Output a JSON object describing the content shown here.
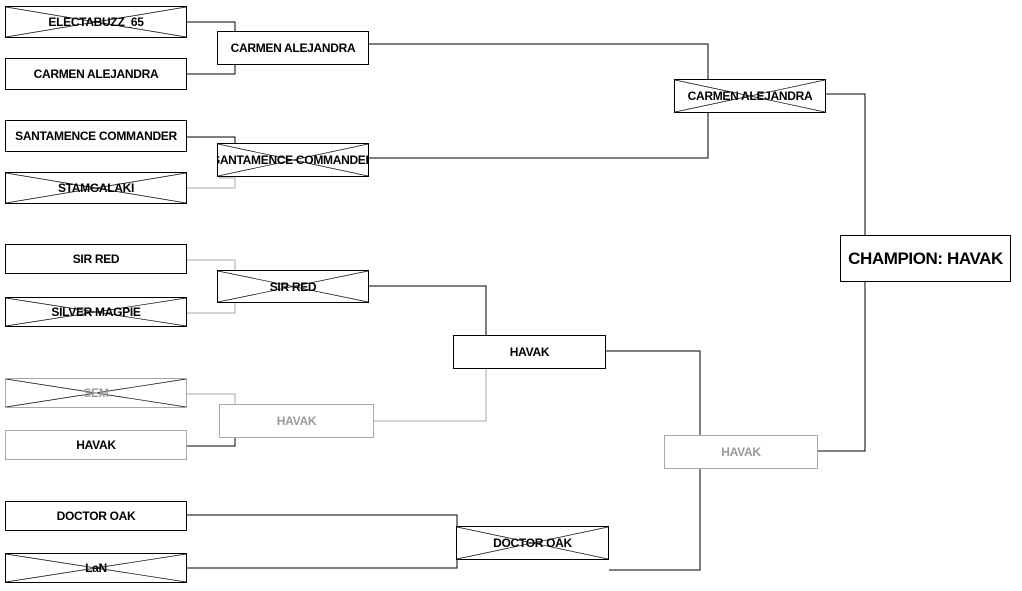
{
  "bracket": {
    "round1": [
      {
        "name": "ELECTABUZZ_65",
        "eliminated": true
      },
      {
        "name": "CARMEN ALEJANDRA",
        "eliminated": false
      },
      {
        "name": "SANTAMENCE COMMANDER",
        "eliminated": false
      },
      {
        "name": "STAMGALAKI",
        "eliminated": true
      },
      {
        "name": "SIR RED",
        "eliminated": false
      },
      {
        "name": "SILVER MAGPIE",
        "eliminated": true
      },
      {
        "name": "SEM",
        "eliminated": true
      },
      {
        "name": "HAVAK",
        "eliminated": false
      },
      {
        "name": "DOCTOR OAK",
        "eliminated": false
      },
      {
        "name": "LaN",
        "eliminated": true
      }
    ],
    "round2": [
      {
        "name": "CARMEN ALEJANDRA",
        "eliminated": false
      },
      {
        "name": "SANTAMENCE COMMANDER",
        "eliminated": true
      },
      {
        "name": "SIR RED",
        "eliminated": true
      },
      {
        "name": "HAVAK",
        "eliminated": false
      }
    ],
    "round3": [
      {
        "name": "HAVAK",
        "eliminated": false
      },
      {
        "name": "DOCTOR OAK",
        "eliminated": true
      }
    ],
    "semifinal": [
      {
        "name": "CARMEN ALEJANDRA",
        "eliminated": true
      },
      {
        "name": "HAVAK",
        "eliminated": false
      }
    ],
    "champion": "CHAMPION: HAVAK"
  },
  "colors": {
    "line": "#000000",
    "faded_line": "#a8a8a8",
    "faded_text": "#9a9a9a"
  }
}
